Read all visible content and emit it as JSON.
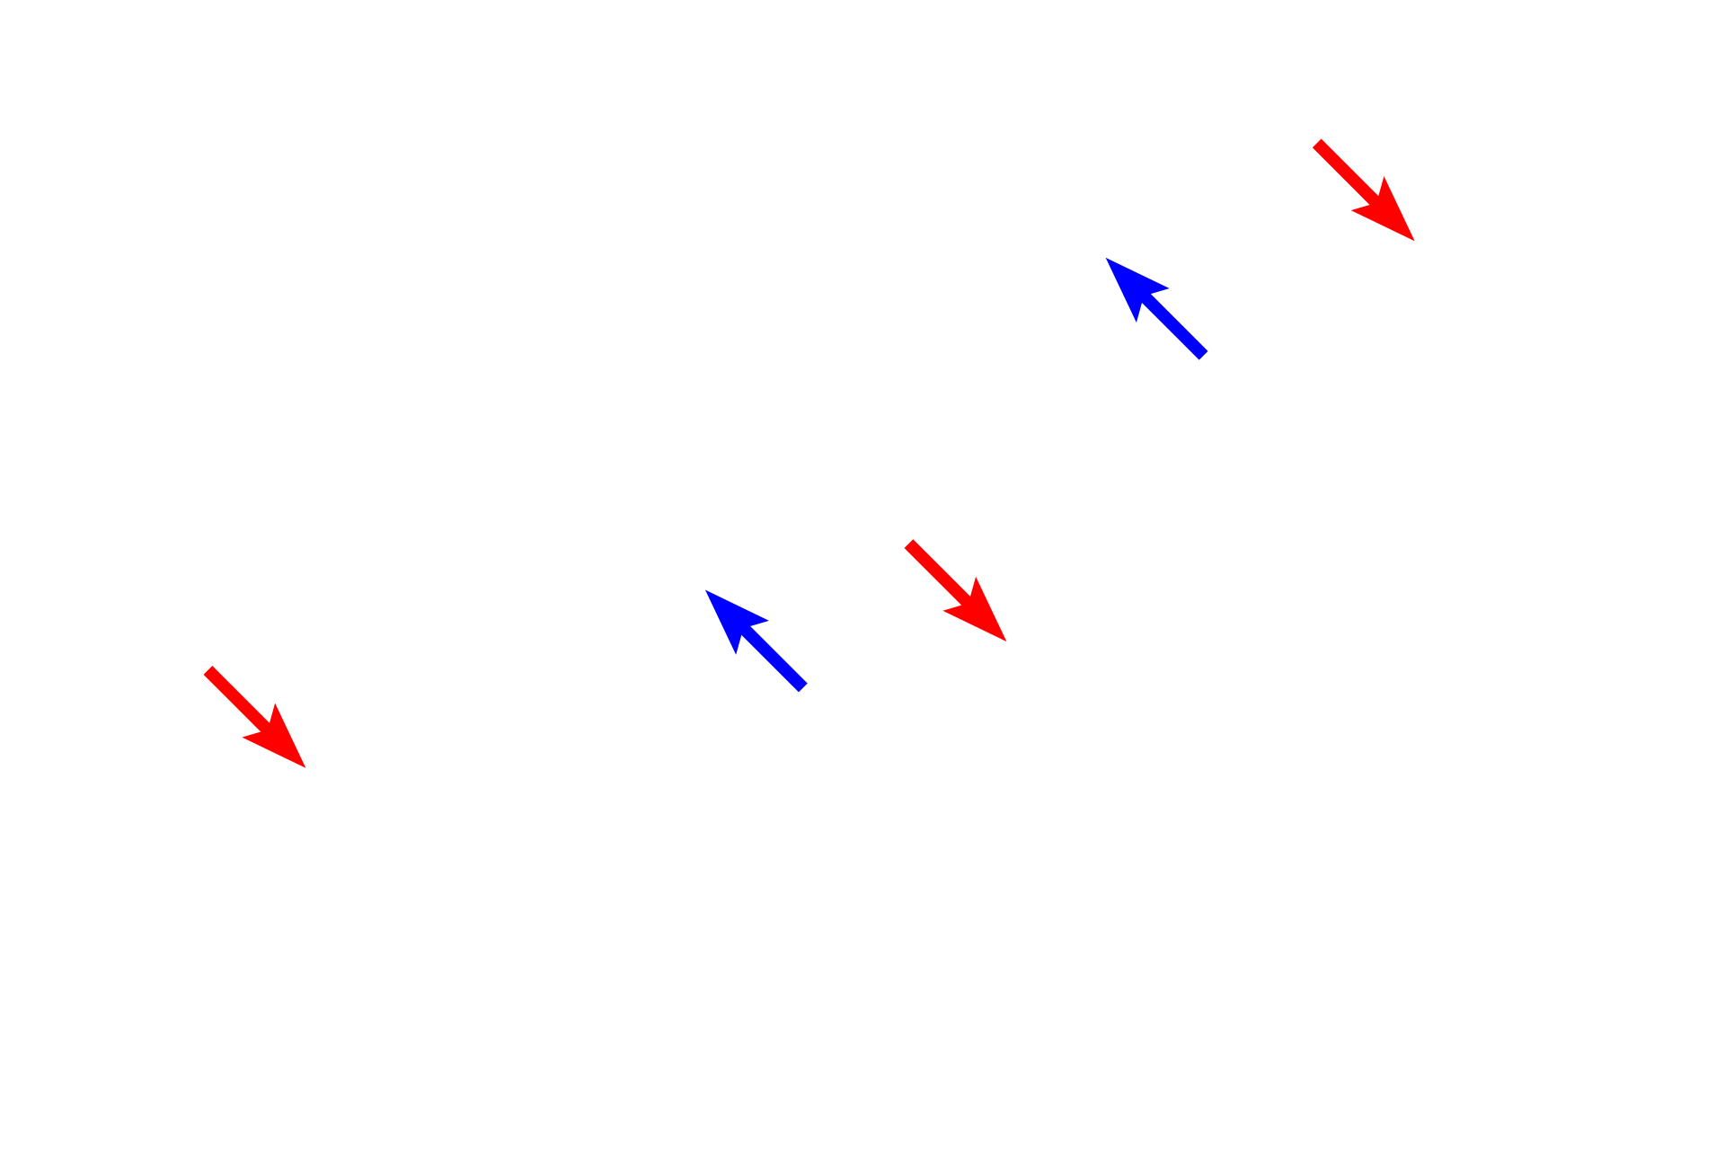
{
  "background_color": "#ffffff",
  "arrows": [
    {
      "color": "#ff0000",
      "direction": "down-right"
    },
    {
      "color": "#0000ff",
      "direction": "up-left"
    },
    {
      "color": "#0000ff",
      "direction": "up-left"
    },
    {
      "color": "#ff0000",
      "direction": "down-right"
    },
    {
      "color": "#ff0000",
      "direction": "down-right"
    }
  ]
}
